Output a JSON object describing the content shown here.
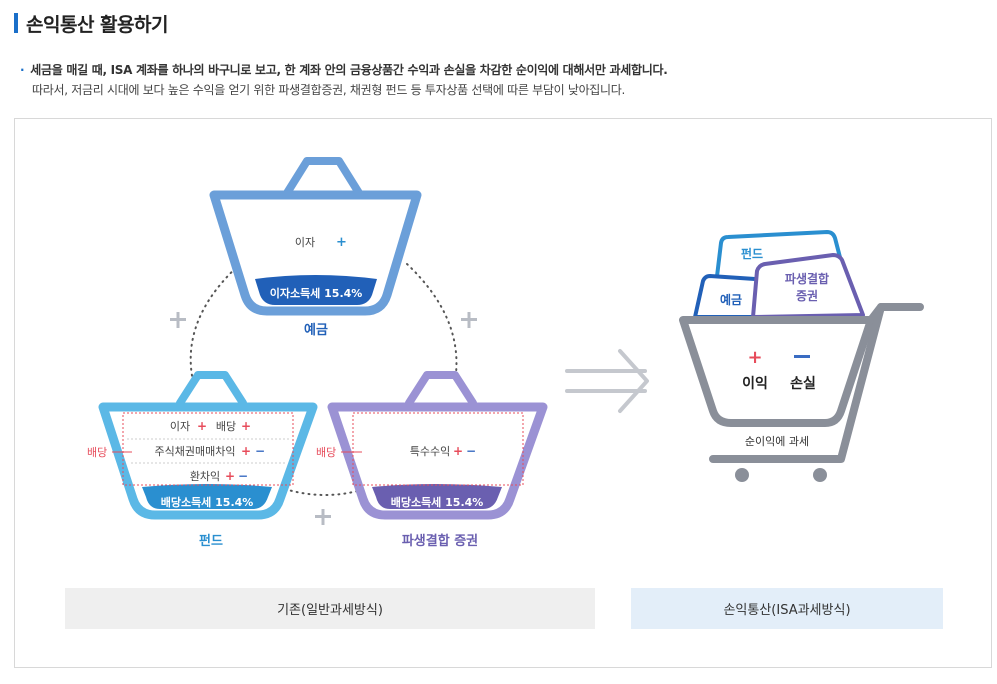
{
  "title": "손익통산 활용하기",
  "description": {
    "line1": "세금을 매길 때, ISA 계좌를 하나의 바구니로 보고, 한 계좌 안의 금융상품간 수익과 손실을 차감한 순이익에 대해서만 과세합니다.",
    "line2": "따라서, 저금리 시대에 보다 높은 수익을 얻기 위한 파생결합증권, 채권형 펀드 등 투자상품 선택에 따른 부담이 낮아집니다."
  },
  "deposit": {
    "content": "이자",
    "tax": "이자소득세 15.4%",
    "label": "예금"
  },
  "fund": {
    "row1a": "이자",
    "row1b": "배당",
    "row2": "주식채권매매차익",
    "row3": "환차익",
    "tax": "배당소득세 15.4%",
    "label": "펀드",
    "side": "배당"
  },
  "derivative": {
    "content": "특수수익",
    "tax": "배당소득세 15.4%",
    "label": "파생결합 증권",
    "side": "배당"
  },
  "cart": {
    "fund": "펀드",
    "deposit": "예금",
    "derivative": "파생결합\n증권",
    "derivative_line1": "파생결합",
    "derivative_line2": "증권",
    "profit": "이익",
    "loss": "손실",
    "footer": "순이익에 과세"
  },
  "captions": {
    "left": "기존(일반과세방식)",
    "right": "손익통산(ISA과세방식)"
  },
  "colors": {
    "deposit": "#6b9fd9",
    "deposit_dark": "#2160b8",
    "fund": "#5bb8e6",
    "fund_dark": "#2a8fd0",
    "derivative": "#9b92d4",
    "derivative_dark": "#6a5fb0",
    "cart": "#8a8f99",
    "plus": "#e74c5b",
    "minus": "#3a6cc2"
  }
}
